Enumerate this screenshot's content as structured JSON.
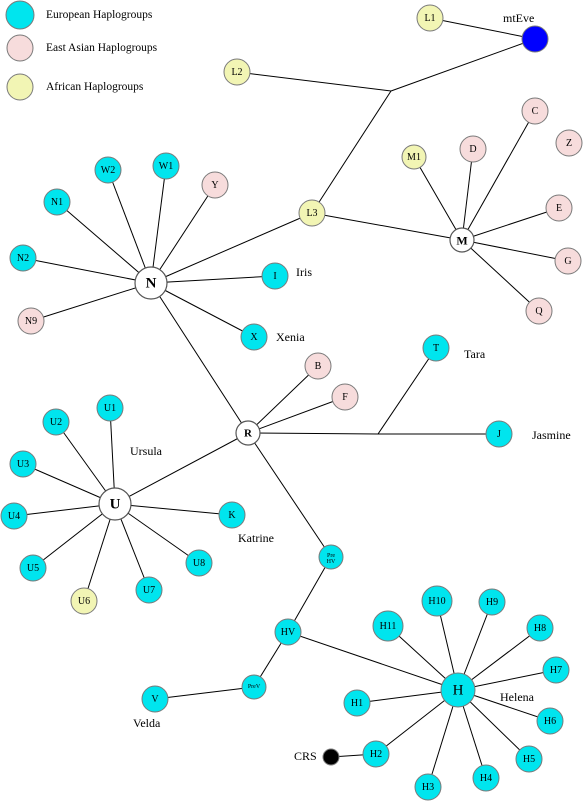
{
  "colors": {
    "european": "#00e5ee",
    "east_asian": "#f7dcdc",
    "african": "#f2f5b4",
    "hub": "#ffffff",
    "mteve": "#0000ff",
    "crs": "#000000"
  },
  "legend": [
    {
      "key": "european",
      "label": "European Haplogroups"
    },
    {
      "key": "east_asian",
      "label": "East Asian Haplogroups"
    },
    {
      "key": "african",
      "label": "African Haplogroups"
    }
  ],
  "nodes": {
    "mteve": {
      "label": "",
      "type": "mteve"
    },
    "L1": {
      "label": "L1",
      "type": "african"
    },
    "L2": {
      "label": "L2",
      "type": "african"
    },
    "L3": {
      "label": "L3",
      "type": "african"
    },
    "M1": {
      "label": "M1",
      "type": "african"
    },
    "M": {
      "label": "M",
      "type": "hub"
    },
    "C": {
      "label": "C",
      "type": "east_asian"
    },
    "D": {
      "label": "D",
      "type": "east_asian"
    },
    "Z": {
      "label": "Z",
      "type": "east_asian"
    },
    "E": {
      "label": "E",
      "type": "east_asian"
    },
    "G": {
      "label": "G",
      "type": "east_asian"
    },
    "Q": {
      "label": "Q",
      "type": "east_asian"
    },
    "N": {
      "label": "N",
      "type": "hub"
    },
    "W2": {
      "label": "W2",
      "type": "european"
    },
    "W1": {
      "label": "W1",
      "type": "european"
    },
    "N1": {
      "label": "N1",
      "type": "european"
    },
    "Y": {
      "label": "Y",
      "type": "east_asian"
    },
    "N2": {
      "label": "N2",
      "type": "european"
    },
    "N9": {
      "label": "N9",
      "type": "east_asian"
    },
    "I": {
      "label": "I",
      "type": "european"
    },
    "X": {
      "label": "X",
      "type": "european"
    },
    "R": {
      "label": "R",
      "type": "hub"
    },
    "B": {
      "label": "B",
      "type": "east_asian"
    },
    "F": {
      "label": "F",
      "type": "east_asian"
    },
    "T": {
      "label": "T",
      "type": "european"
    },
    "J": {
      "label": "J",
      "type": "european"
    },
    "U": {
      "label": "U",
      "type": "hub"
    },
    "U1": {
      "label": "U1",
      "type": "european"
    },
    "U2": {
      "label": "U2",
      "type": "european"
    },
    "U3": {
      "label": "U3",
      "type": "european"
    },
    "U4": {
      "label": "U4",
      "type": "european"
    },
    "U5": {
      "label": "U5",
      "type": "european"
    },
    "U6": {
      "label": "U6",
      "type": "african"
    },
    "U7": {
      "label": "U7",
      "type": "european"
    },
    "U8": {
      "label": "U8",
      "type": "european"
    },
    "K": {
      "label": "K",
      "type": "european"
    },
    "PreHV": {
      "label": "Pre HV",
      "type": "european"
    },
    "HV": {
      "label": "HV",
      "type": "european"
    },
    "PreV": {
      "label": "Pre V",
      "type": "european"
    },
    "V": {
      "label": "V",
      "type": "european"
    },
    "H": {
      "label": "H",
      "type": "european"
    },
    "H1": {
      "label": "H1",
      "type": "european"
    },
    "H2": {
      "label": "H2",
      "type": "european"
    },
    "H3": {
      "label": "H3",
      "type": "european"
    },
    "H4": {
      "label": "H4",
      "type": "european"
    },
    "H5": {
      "label": "H5",
      "type": "european"
    },
    "H6": {
      "label": "H6",
      "type": "european"
    },
    "H7": {
      "label": "H7",
      "type": "european"
    },
    "H8": {
      "label": "H8",
      "type": "european"
    },
    "H9": {
      "label": "H9",
      "type": "european"
    },
    "H10": {
      "label": "H10",
      "type": "european"
    },
    "H11": {
      "label": "H11",
      "type": "european"
    },
    "CRS": {
      "label": "",
      "type": "crs"
    }
  },
  "names": {
    "mteve": "mtEve",
    "iris": "Iris",
    "xenia": "Xenia",
    "tara": "Tara",
    "jasmine": "Jasmine",
    "ursula": "Ursula",
    "katrine": "Katrine",
    "helena": "Helena",
    "velda": "Velda",
    "crs": "CRS"
  }
}
